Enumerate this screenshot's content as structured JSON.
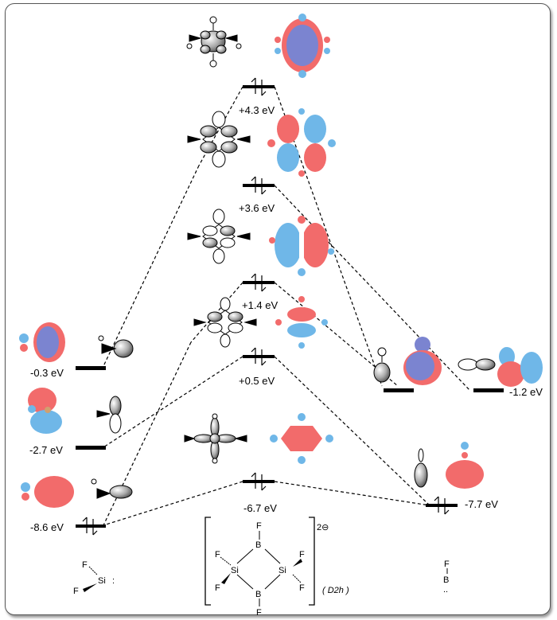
{
  "diagram": {
    "center_levels": [
      {
        "energy": "+4.3 eV"
      },
      {
        "energy": "+3.6 eV"
      },
      {
        "energy": "+1.4 eV"
      },
      {
        "energy": "+0.5 eV"
      },
      {
        "energy": "-6.7 eV"
      }
    ],
    "left_levels": [
      {
        "energy": "-0.3 eV"
      },
      {
        "energy": "-2.7 eV"
      },
      {
        "energy": "-8.6 eV"
      }
    ],
    "right_levels": [
      {
        "energy": "-1.2 eV"
      },
      {
        "energy": "-7.7 eV"
      }
    ],
    "left_fragment": {
      "f_top": "F",
      "f_bottom": "F",
      "si": "Si",
      "lone_pair": ":"
    },
    "right_fragment": {
      "f": "F",
      "b": "B",
      "lone_pair": ".."
    },
    "center_molecule": {
      "charge": "2⊖",
      "symmetry": "( D2h )",
      "atoms": {
        "b_top": "B",
        "b_bottom": "B",
        "si_left": "Si",
        "si_right": "Si",
        "f_top": "F",
        "f_bottom": "F",
        "f_left_top": "F",
        "f_left_bottom": "F",
        "f_right_top": "F",
        "f_right_bottom": "F"
      }
    },
    "colors": {
      "positive_lobe": "#f26b6b",
      "negative_lobe": "#6fb7e8",
      "overlap": "#7b84d0"
    }
  }
}
